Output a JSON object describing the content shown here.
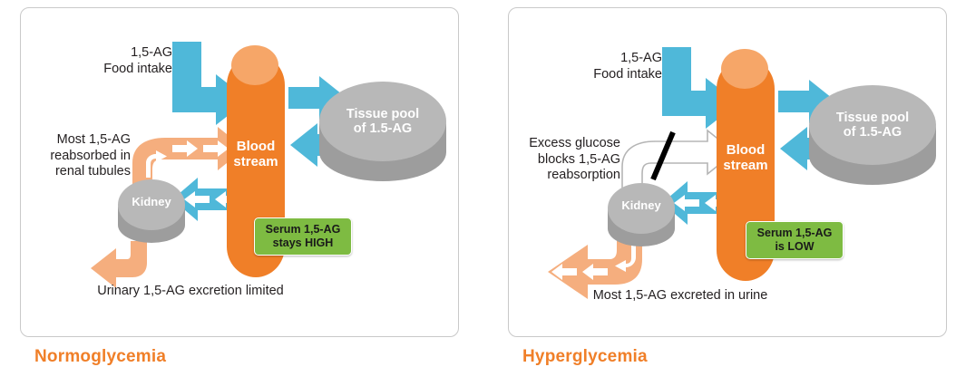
{
  "figure": {
    "accent_orange": "#F07F28",
    "accent_blue": "#4FB8D9",
    "accent_peach": "#F5AE7E",
    "accent_green": "#7EBB42",
    "gray_disc_top": "#B8B8B8",
    "gray_disc_side": "#9D9D9D",
    "panel_border": "#C9C9C9"
  },
  "panels": [
    {
      "id": "normoglycemia",
      "caption": "Normoglycemia",
      "intake_label": "1,5-AG\nFood intake",
      "reabsorption_label": "Most 1,5-AG\nreabsorbed in\nrenal tubules",
      "excretion_label": "Urinary 1,5-AG excretion limited",
      "bloodstream_label": "Blood\nstream",
      "tissue_pool_label": "Tissue pool\nof 1.5-AG",
      "kidney_label": "Kidney",
      "badge_label": "Serum 1,5-AG\nstays HIGH",
      "reabsorption_state": "active",
      "excretion_state": "limited"
    },
    {
      "id": "hyperglycemia",
      "caption": "Hyperglycemia",
      "intake_label": "1,5-AG\nFood intake",
      "reabsorption_label": "Excess glucose\nblocks 1,5-AG\nreabsorption",
      "excretion_label": "Most 1,5-AG excreted in urine",
      "bloodstream_label": "Blood\nstream",
      "tissue_pool_label": "Tissue pool\nof 1.5-AG",
      "kidney_label": "Kidney",
      "badge_label": "Serum 1,5-AG\nis LOW",
      "reabsorption_state": "blocked",
      "excretion_state": "heavy"
    }
  ]
}
